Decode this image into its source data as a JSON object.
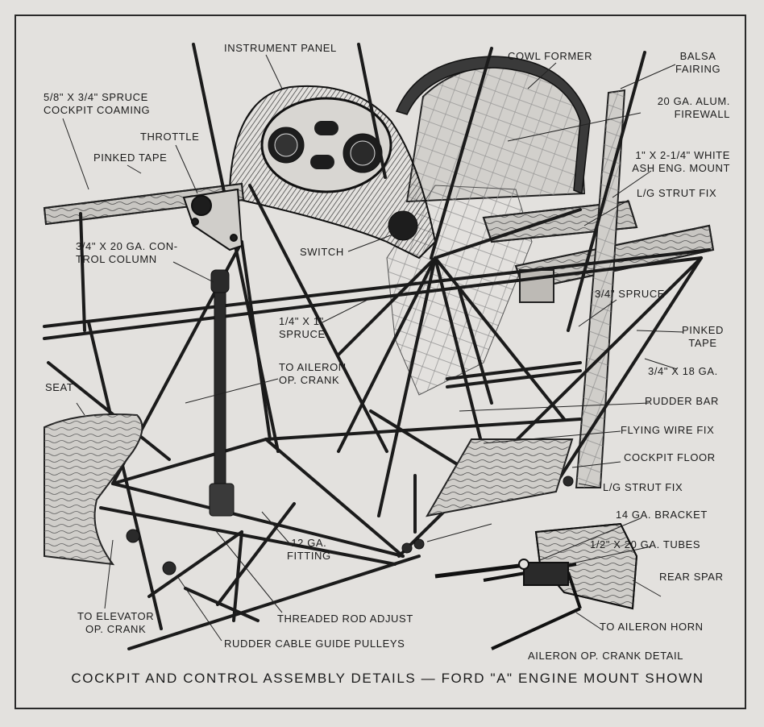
{
  "labels": {
    "instrument_panel": "INSTRUMENT PANEL",
    "cowl_former": "COWL FORMER",
    "balsa_fairing_1": "BALSA",
    "balsa_fairing_2": "FAIRING",
    "firewall_1": "20 GA. ALUM.",
    "firewall_2": "FIREWALL",
    "eng_mount_1": "1\" X 2-1/4\" WHITE",
    "eng_mount_2": "ASH ENG. MOUNT",
    "lg_strut_fix_top": "L/G STRUT FIX",
    "coaming_1": "5/8\" X 3/4\" SPRUCE",
    "coaming_2": "COCKPIT COAMING",
    "throttle": "THROTTLE",
    "pinked_tape_left": "PINKED TAPE",
    "control_column_1": "3/4\" X 20 GA. CON-",
    "control_column_2": "TROL COLUMN",
    "switch": "SWITCH",
    "spruce_3_4": "3/4\" SPRUCE",
    "pinked_tape_right_1": "PINKED",
    "pinked_tape_right_2": "TAPE",
    "tube_3_4_18": "3/4\" X 18 GA.",
    "spruce_1_4_1": "1/4\" X 1\"",
    "spruce_1_4_2": "SPRUCE",
    "aileron_op_crank_1": "TO AILERON",
    "aileron_op_crank_2": "OP. CRANK",
    "seat": "SEAT",
    "rudder_bar": "RUDDER BAR",
    "flying_wire_fix": "FLYING WIRE FIX",
    "cockpit_floor": "COCKPIT FLOOR",
    "lg_strut_fix_bottom": "L/G STRUT FIX",
    "bracket_14": "14 GA. BRACKET",
    "tubes_1_2": "1/2\" X 20 GA. TUBES",
    "rear_spar": "REAR SPAR",
    "fitting_12_1": "12 GA.",
    "fitting_12_2": "FITTING",
    "elevator_crank_1": "TO ELEVATOR",
    "elevator_crank_2": "OP. CRANK",
    "threaded_rod": "THREADED ROD ADJUST",
    "aileron_horn": "TO AILERON HORN",
    "rudder_pulleys": "RUDDER CABLE GUIDE PULLEYS",
    "aileron_crank_detail": "AILERON OP. CRANK DETAIL"
  },
  "caption": "COCKPIT AND CONTROL ASSEMBLY DETAILS — FORD \"A\" ENGINE MOUNT SHOWN"
}
